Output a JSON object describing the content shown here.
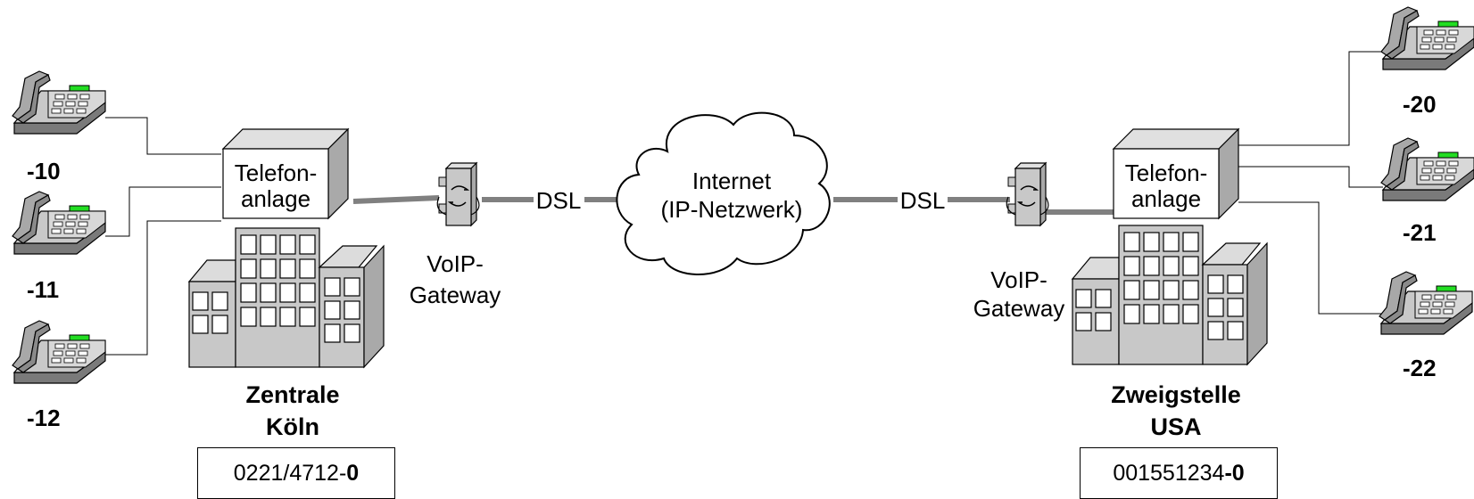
{
  "central": {
    "pbx_label": [
      "Telefon-",
      "anlage"
    ],
    "site_name": [
      "Zentrale",
      "Köln"
    ],
    "number_prefix": "0221/4712-",
    "number_suffix": "0",
    "extensions": [
      "-10",
      "-11",
      "-12"
    ]
  },
  "branch": {
    "pbx_label": [
      "Telefon-",
      "anlage"
    ],
    "site_name": [
      "Zweigstelle",
      "USA"
    ],
    "number_prefix": "001551234",
    "number_suffix": "-0",
    "extensions": [
      "-20",
      "-21",
      "-22"
    ]
  },
  "gateway_label": [
    "VoIP-",
    "Gateway"
  ],
  "link_label": "DSL",
  "cloud_label": [
    "Internet",
    "(IP-Netzwerk)"
  ],
  "colors": {
    "building_front": "#c8c8c8",
    "building_side": "#a9a9a9",
    "building_top": "#dcdcdc",
    "link_line": "#808080",
    "phone_display": "#22dd22"
  }
}
